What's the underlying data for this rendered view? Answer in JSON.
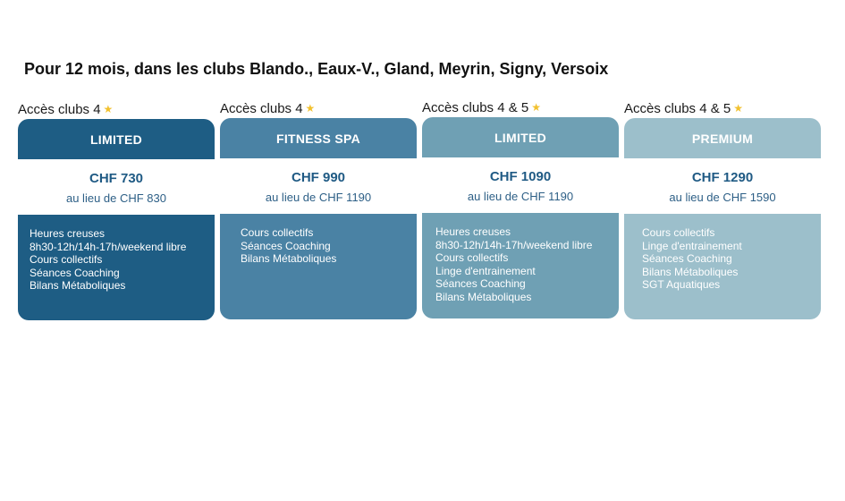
{
  "title": "Pour 12 mois, dans les clubs Blando., Eaux-V., Gland, Meyrin, Signy, Versoix",
  "star_glyph": "★",
  "colors": {
    "card1": "#1e5d84",
    "card2": "#4a82a4",
    "card3": "#6fa0b4",
    "card4": "#9cbfcb",
    "star": "#f2c12e",
    "price_text": "#1f5a84"
  },
  "cards": [
    {
      "access": "Accès clubs 4",
      "name": "LIMITED",
      "price": "CHF 730",
      "old_price": "au lieu de CHF 830",
      "features": [
        "Heures creuses",
        "8h30-12h/14h-17h/weekend libre",
        "Cours collectifs",
        "Séances Coaching",
        "Bilans Métaboliques"
      ]
    },
    {
      "access": "Accès clubs 4",
      "name": "FITNESS SPA",
      "price": "CHF 990",
      "old_price": "au lieu de CHF 1190",
      "features": [
        "Cours collectifs",
        "Séances Coaching",
        "Bilans Métaboliques"
      ]
    },
    {
      "access": "Accès clubs 4 & 5",
      "name": "LIMITED",
      "price": "CHF 1090",
      "old_price": "au lieu de CHF 1190",
      "features": [
        "Heures creuses",
        "8h30-12h/14h-17h/weekend libre",
        "Cours collectifs",
        "Linge d'entrainement",
        "Séances Coaching",
        "Bilans Métaboliques"
      ]
    },
    {
      "access": "Accès clubs 4 & 5",
      "name": "PREMIUM",
      "price": "CHF 1290",
      "old_price": "au lieu de CHF 1590",
      "features": [
        "Cours collectifs",
        "Linge d'entrainement",
        "Séances Coaching",
        "Bilans Métaboliques",
        "SGT Aquatiques"
      ]
    }
  ]
}
